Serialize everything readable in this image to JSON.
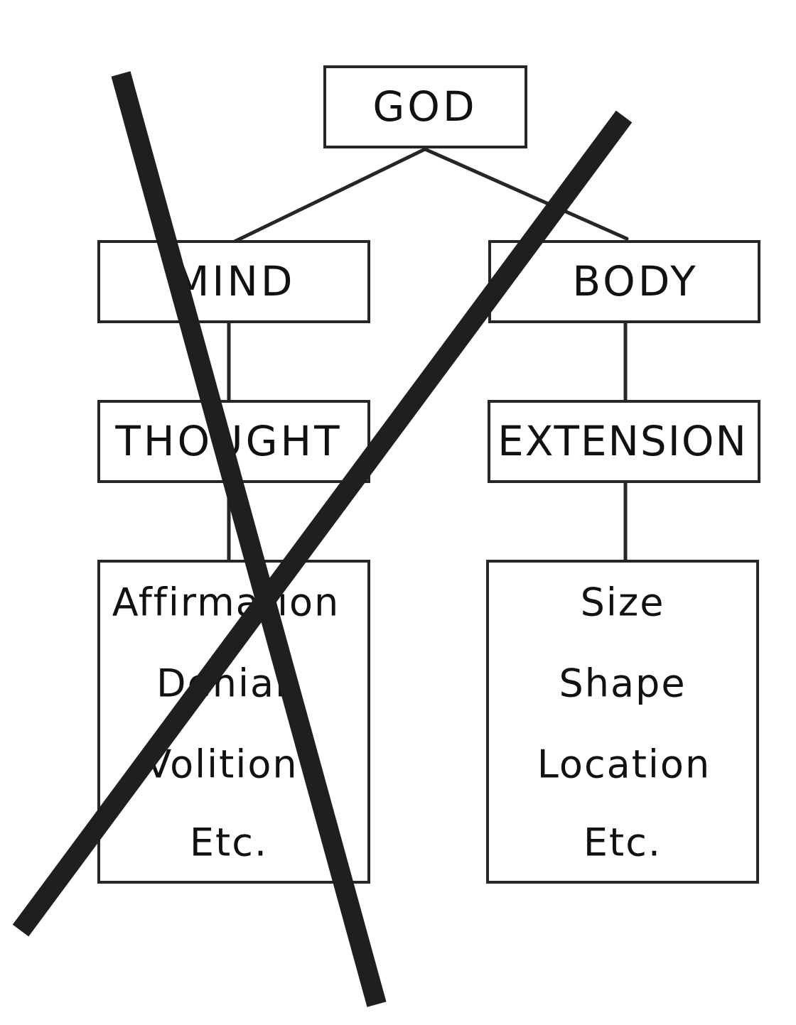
{
  "nodes": {
    "god": {
      "label": "GOD"
    },
    "mind": {
      "label": "MIND"
    },
    "body": {
      "label": "BODY"
    },
    "thought": {
      "label": "THOUGHT"
    },
    "extension": {
      "label": "EXTENSION"
    }
  },
  "lists": {
    "thought_modes": [
      "Affirmation",
      "Denial",
      "Volition",
      "Etc."
    ],
    "extension_modes": [
      "Size",
      "Shape",
      "Location",
      "Etc."
    ]
  },
  "annotations": {
    "cross_out_color": "#1f1f1d"
  }
}
